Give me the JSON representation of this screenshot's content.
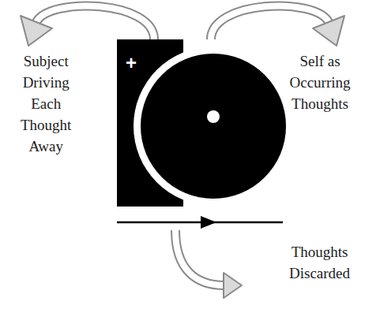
{
  "diagram": {
    "labels": [
      "Subject Driving Each Thought Away",
      "+",
      "Self as Occurring Thoughts",
      "Thoughts Discarded"
    ]
  }
}
